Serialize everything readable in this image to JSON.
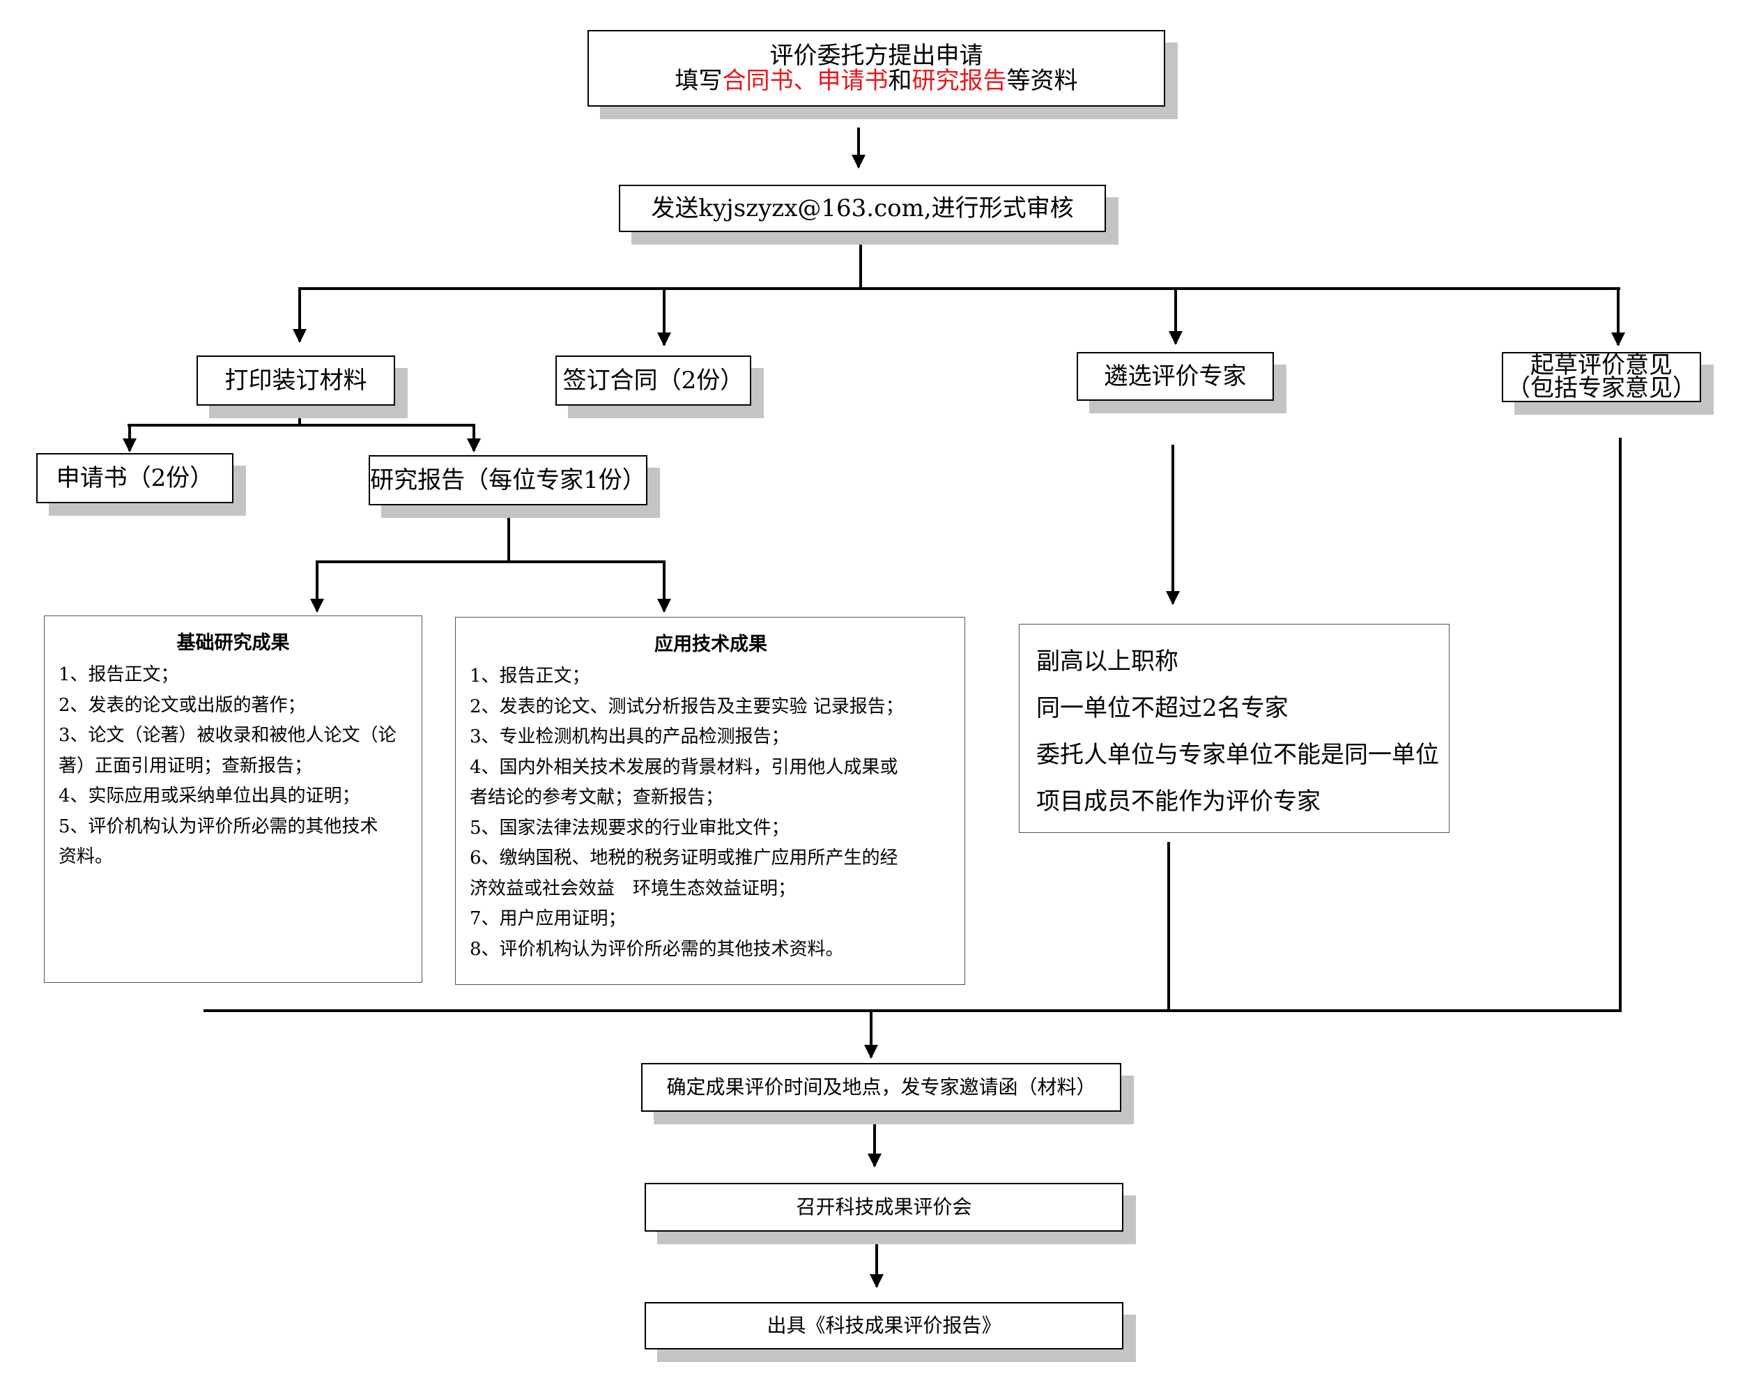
{
  "diagram": {
    "start": {
      "line1": "评价委托方提出申请",
      "line2_prefix": "填写",
      "line2_red1": "合同书、申请书",
      "line2_mid": "和",
      "line2_red2": "研究报告",
      "line2_suffix": "等资料"
    },
    "send": "发送kyjszyzx@163.com,进行形式审核",
    "branches": {
      "print": "打印装订材料",
      "contract": "签订合同（2份）",
      "select_experts": "遴选评价专家",
      "draft_line1": "起草评价意见",
      "draft_line2": "（包括专家意见）"
    },
    "print_children": {
      "application": "申请书（2份）",
      "report": "研究报告（每位专家1份）"
    },
    "basic_research": {
      "title": "基础研究成果",
      "lines": [
        "1、报告正文；",
        "2、发表的论文或出版的著作；",
        "3、论文（论著）被收录和被他人论文（论",
        "著）正面引用证明；查新报告；",
        "4、实际应用或采纳单位出具的证明；",
        "5、评价机构认为评价所必需的其他技术",
        "资料。"
      ]
    },
    "applied_tech": {
      "title": "应用技术成果",
      "lines": [
        "1、报告正文；",
        "2、发表的论文、测试分析报告及主要实验 记录报告；",
        "3、专业检测机构出具的产品检测报告；",
        "4、国内外相关技术发展的背景材料，引用他人成果或",
        "者结论的参考文献；查新报告；",
        "5、国家法律法规要求的行业审批文件；",
        "6、缴纳国税、地税的税务证明或推广应用所产生的经",
        "济效益或社会效益　环境生态效益证明；",
        "7、用户应用证明；",
        "8、评价机构认为评价所必需的其他技术资料。"
      ]
    },
    "expert_criteria": [
      "副高以上职称",
      "同一单位不超过2名专家",
      "委托人单位与专家单位不能是同一单位",
      "项目成员不能作为评价专家"
    ],
    "confirm": "确定成果评价时间及地点，发专家邀请函（材料）",
    "meeting": "召开科技成果评价会",
    "issue": "出具《科技成果评价报告》"
  }
}
